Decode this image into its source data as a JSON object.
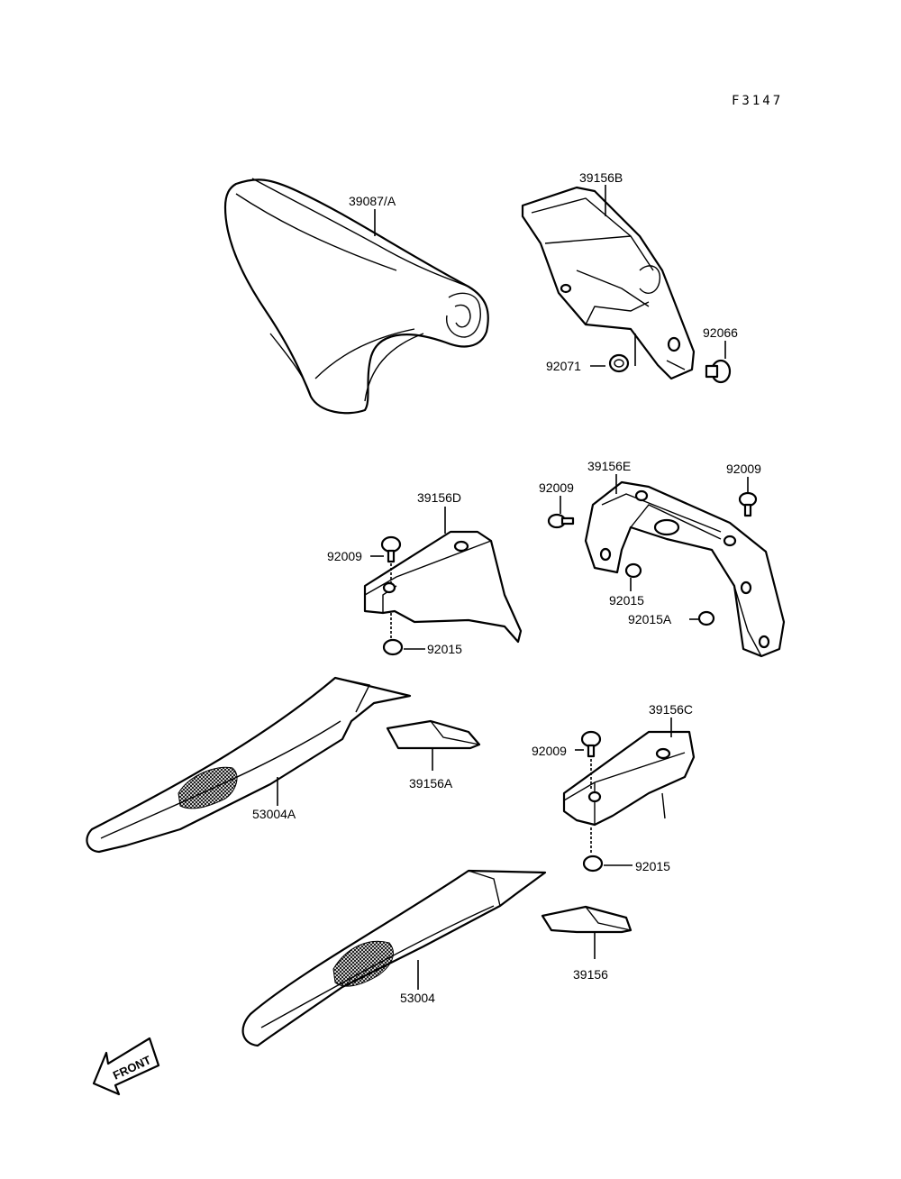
{
  "diagram": {
    "figure_code": "F3147",
    "front_label": "FRONT",
    "parts": [
      {
        "id": "39087/A"
      },
      {
        "id": "39156B"
      },
      {
        "id": "92066"
      },
      {
        "id": "92071"
      },
      {
        "id": "39156E"
      },
      {
        "id": "92009"
      },
      {
        "id": "92009"
      },
      {
        "id": "92015"
      },
      {
        "id": "92015A"
      },
      {
        "id": "39156D"
      },
      {
        "id": "92009"
      },
      {
        "id": "92015"
      },
      {
        "id": "39156C"
      },
      {
        "id": "92009"
      },
      {
        "id": "92015"
      },
      {
        "id": "53004A"
      },
      {
        "id": "39156A"
      },
      {
        "id": "53004"
      },
      {
        "id": "39156"
      }
    ]
  }
}
